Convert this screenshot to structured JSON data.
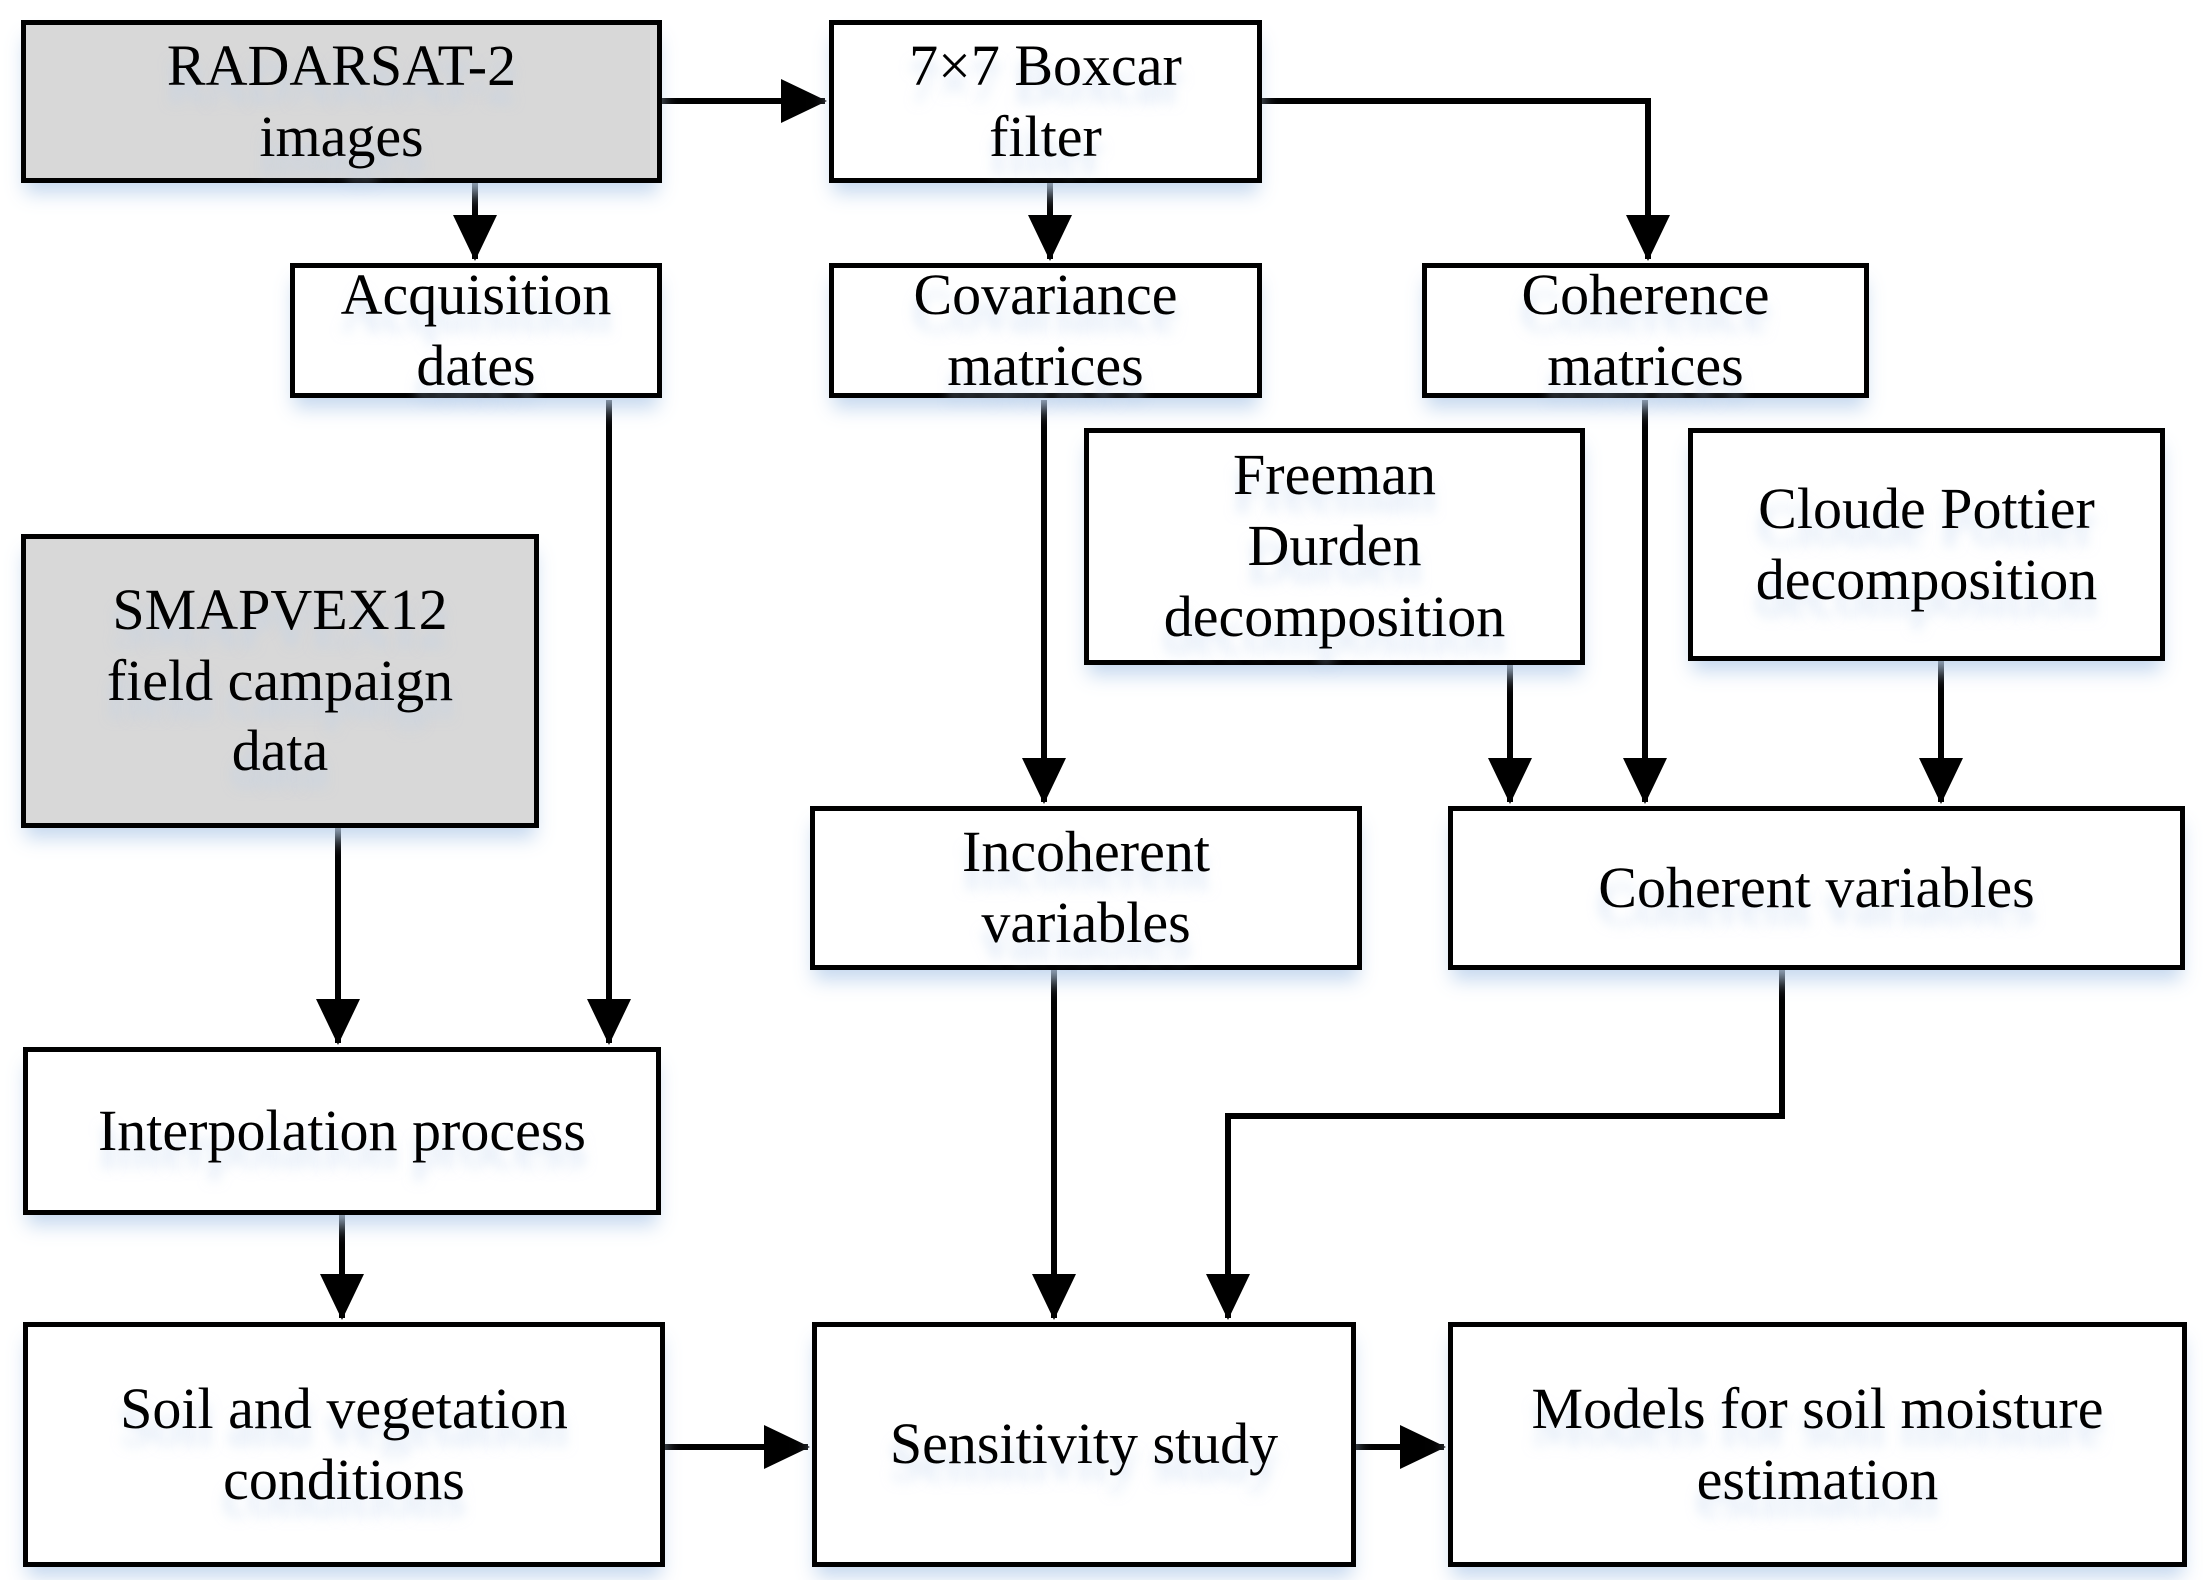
{
  "diagram": {
    "type": "flowchart",
    "nodes": {
      "radarsat": {
        "label": "RADARSAT-2\nimages",
        "fill": "gray"
      },
      "boxcar": {
        "label": "7×7 Boxcar\nfilter",
        "fill": "white"
      },
      "acquisition": {
        "label": "Acquisition\ndates",
        "fill": "white"
      },
      "covariance": {
        "label": "Covariance\nmatrices",
        "fill": "white"
      },
      "coherence": {
        "label": "Coherence\nmatrices",
        "fill": "white"
      },
      "freeman": {
        "label": "Freeman\nDurden\ndecomposition",
        "fill": "white"
      },
      "cloude": {
        "label": "Cloude Pottier\ndecomposition",
        "fill": "white"
      },
      "smapvex": {
        "label": "SMAPVEX12\nfield campaign\ndata",
        "fill": "gray"
      },
      "incoherent": {
        "label": "Incoherent\nvariables",
        "fill": "white"
      },
      "coherent": {
        "label": "Coherent variables",
        "fill": "white"
      },
      "interpolation": {
        "label": "Interpolation process",
        "fill": "white"
      },
      "soil": {
        "label": "Soil and vegetation\nconditions",
        "fill": "white"
      },
      "sensitivity": {
        "label": "Sensitivity study",
        "fill": "white"
      },
      "models": {
        "label": "Models for soil moisture\nestimation",
        "fill": "white"
      }
    },
    "edges": [
      {
        "from": "radarsat",
        "to": "boxcar"
      },
      {
        "from": "radarsat",
        "to": "acquisition"
      },
      {
        "from": "boxcar",
        "to": "covariance"
      },
      {
        "from": "boxcar",
        "to": "coherence"
      },
      {
        "from": "acquisition",
        "to": "interpolation"
      },
      {
        "from": "smapvex",
        "to": "interpolation"
      },
      {
        "from": "covariance",
        "to": "incoherent"
      },
      {
        "from": "coherence",
        "to": "coherent"
      },
      {
        "from": "freeman",
        "to": "coherent"
      },
      {
        "from": "cloude",
        "to": "coherent"
      },
      {
        "from": "incoherent",
        "to": "sensitivity"
      },
      {
        "from": "coherent",
        "to": "sensitivity"
      },
      {
        "from": "interpolation",
        "to": "soil"
      },
      {
        "from": "soil",
        "to": "sensitivity"
      },
      {
        "from": "sensitivity",
        "to": "models"
      }
    ],
    "colors": {
      "node_border": "#000000",
      "input_fill": "#d8d8d8",
      "process_fill": "#ffffff",
      "arrow": "#000000",
      "shadow": "#cfe0f2",
      "background": "#ffffff"
    }
  }
}
